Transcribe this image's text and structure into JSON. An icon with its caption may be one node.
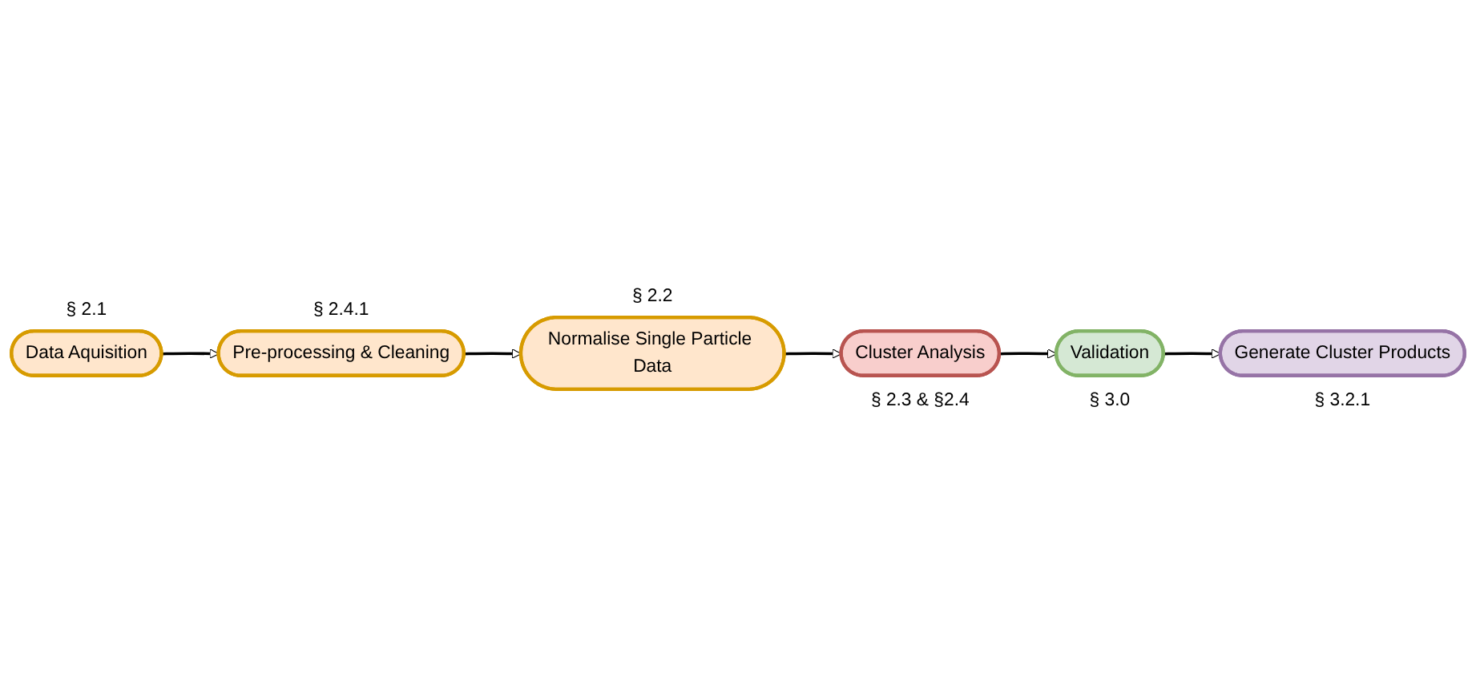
{
  "diagram": {
    "nodes": [
      {
        "text": [
          "Data Aquisition"
        ],
        "beside": [
          "§ 2.1"
        ]
      },
      {
        "text": [
          "Pre-processing & Cleaning"
        ],
        "beside": [
          "§ 2.4.1"
        ]
      },
      {
        "text": [
          "Normalise Single Particle Data"
        ],
        "beside": [
          "§ 2.2"
        ]
      },
      {
        "text": [
          "Cluster Analysis"
        ],
        "beside": [
          "§ 2.3 & §2.4"
        ]
      },
      {
        "text": [
          "Validation"
        ],
        "beside": [
          "§ 3.0"
        ]
      },
      {
        "text": [
          "Generate Cluster Products"
        ],
        "beside": [
          "§ 3.2.1"
        ]
      }
    ],
    "edges": [
      {
        "from": 0,
        "to": 1,
        "arrow": "to"
      },
      {
        "from": 1,
        "to": 2,
        "arrow": "to"
      },
      {
        "from": 2,
        "to": 3,
        "arrow": "to"
      },
      {
        "from": 3,
        "to": 4,
        "arrow": "to"
      },
      {
        "from": 4,
        "to": 5,
        "arrow": "to"
      }
    ]
  }
}
